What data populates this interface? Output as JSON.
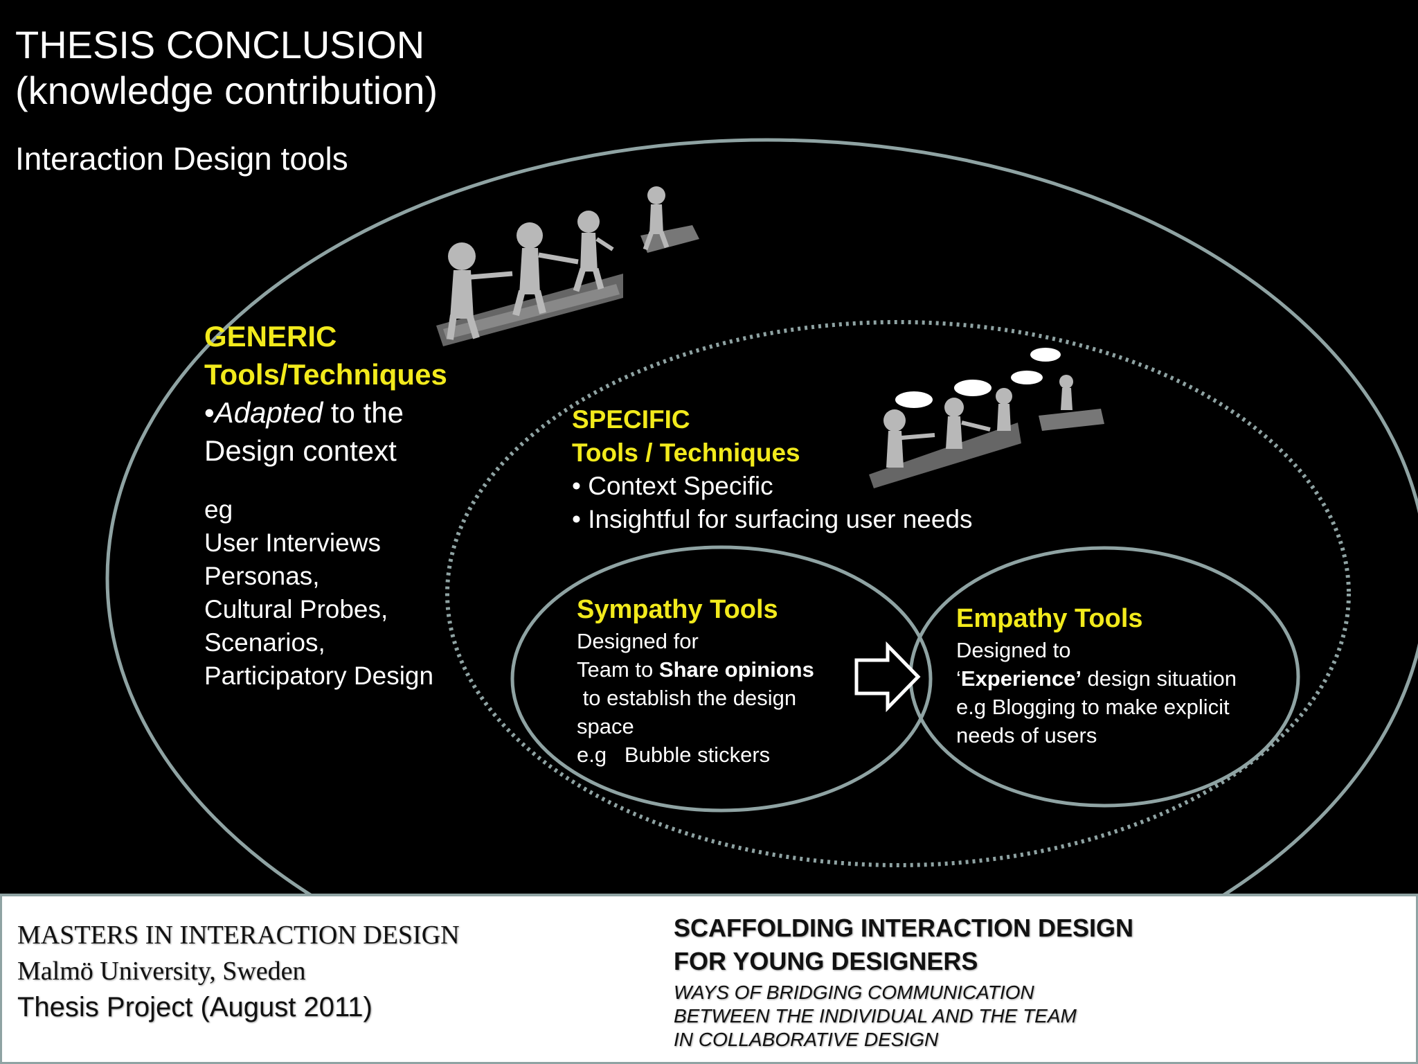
{
  "header": {
    "title_line1": "THESIS CONCLUSION",
    "title_line2": "(knowledge contribution)",
    "subtitle": "Interaction Design tools"
  },
  "generic": {
    "heading_line1": "GENERIC",
    "heading_line2": "Tools/Techniques",
    "bullet_mark": "•",
    "adapted_word": "Adapted",
    "adapted_rest": " to the",
    "context_line": "Design context",
    "examples": [
      "eg",
      "User Interviews",
      "Personas,",
      "Cultural Probes,",
      "Scenarios,",
      "Participatory Design"
    ]
  },
  "specific": {
    "heading_line1": "SPECIFIC",
    "heading_line2": "Tools / Techniques",
    "bullets": [
      "• Context Specific",
      "• Insightful  for surfacing user needs"
    ]
  },
  "sympathy": {
    "heading": "Sympathy Tools",
    "line1": "Designed for",
    "line2_pre": "Team to ",
    "line2_bold": "Share opinions",
    "line3": " to establish the design",
    "line4": "space",
    "line5": "e.g   Bubble stickers"
  },
  "empathy": {
    "heading": "Empathy Tools",
    "line1": "Designed to",
    "line2_pre": "‘",
    "line2_bold": "Experience’",
    "line2_post": " design situation",
    "line3": "e.g Blogging to make explicit",
    "line4": "needs of users"
  },
  "footer": {
    "left_line1": "MASTERS IN INTERACTION DESIGN",
    "left_line2": "Malmö University, Sweden",
    "left_line3": "Thesis Project (August 2011)",
    "right_title1": "SCAFFOLDING INTERACTION DESIGN",
    "right_title2": "FOR YOUNG DESIGNERS",
    "right_sub1": "WAYS OF BRIDGING COMMUNICATION",
    "right_sub2": "BETWEEN THE INDIVIDUAL AND THE TEAM",
    "right_sub3": "IN COLLABORATIVE DESIGN"
  },
  "colors": {
    "background": "#000000",
    "heading_yellow": "#f2ea1c",
    "ellipse_stroke": "#8fa3a3",
    "figure_gray": "#b8b8b8"
  }
}
